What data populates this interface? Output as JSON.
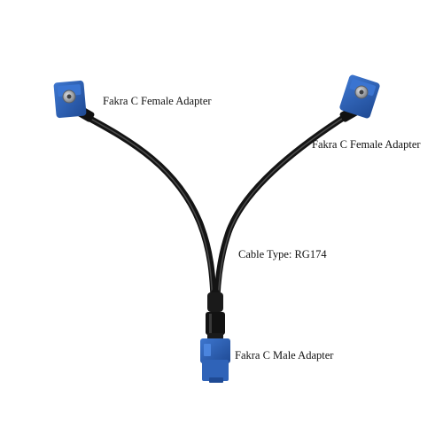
{
  "labels": {
    "left_female": "Fakra C Female Adapter",
    "right_female": "Fakra C Female Adapter",
    "cable_type": "Cable Type: RG174",
    "male": "Fakra C Male Adapter"
  },
  "colors": {
    "background": "#ffffff",
    "connector_blue": "#2f63b8",
    "connector_blue_dark": "#1f4a94",
    "cable_black": "#141414",
    "metal": "#b9bcc0"
  }
}
